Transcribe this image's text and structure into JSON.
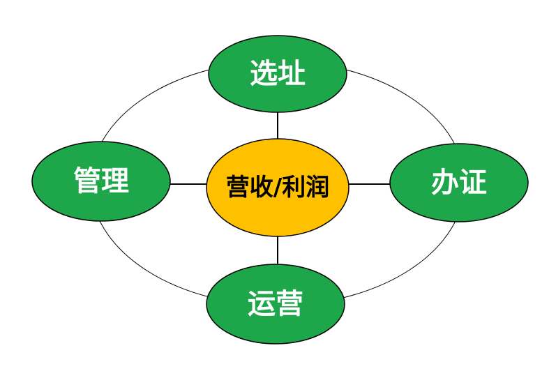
{
  "diagram": {
    "center": {
      "label": "营收/利润",
      "fill": "#FFC000",
      "text_color": "#000000"
    },
    "nodes": {
      "top": {
        "label": "选址"
      },
      "right": {
        "label": "办证"
      },
      "bottom": {
        "label": "运营"
      },
      "left": {
        "label": "管理"
      }
    },
    "node_fill": "#1EA64A",
    "node_text_color": "#FFFFFF",
    "outline_color": "#000000"
  }
}
